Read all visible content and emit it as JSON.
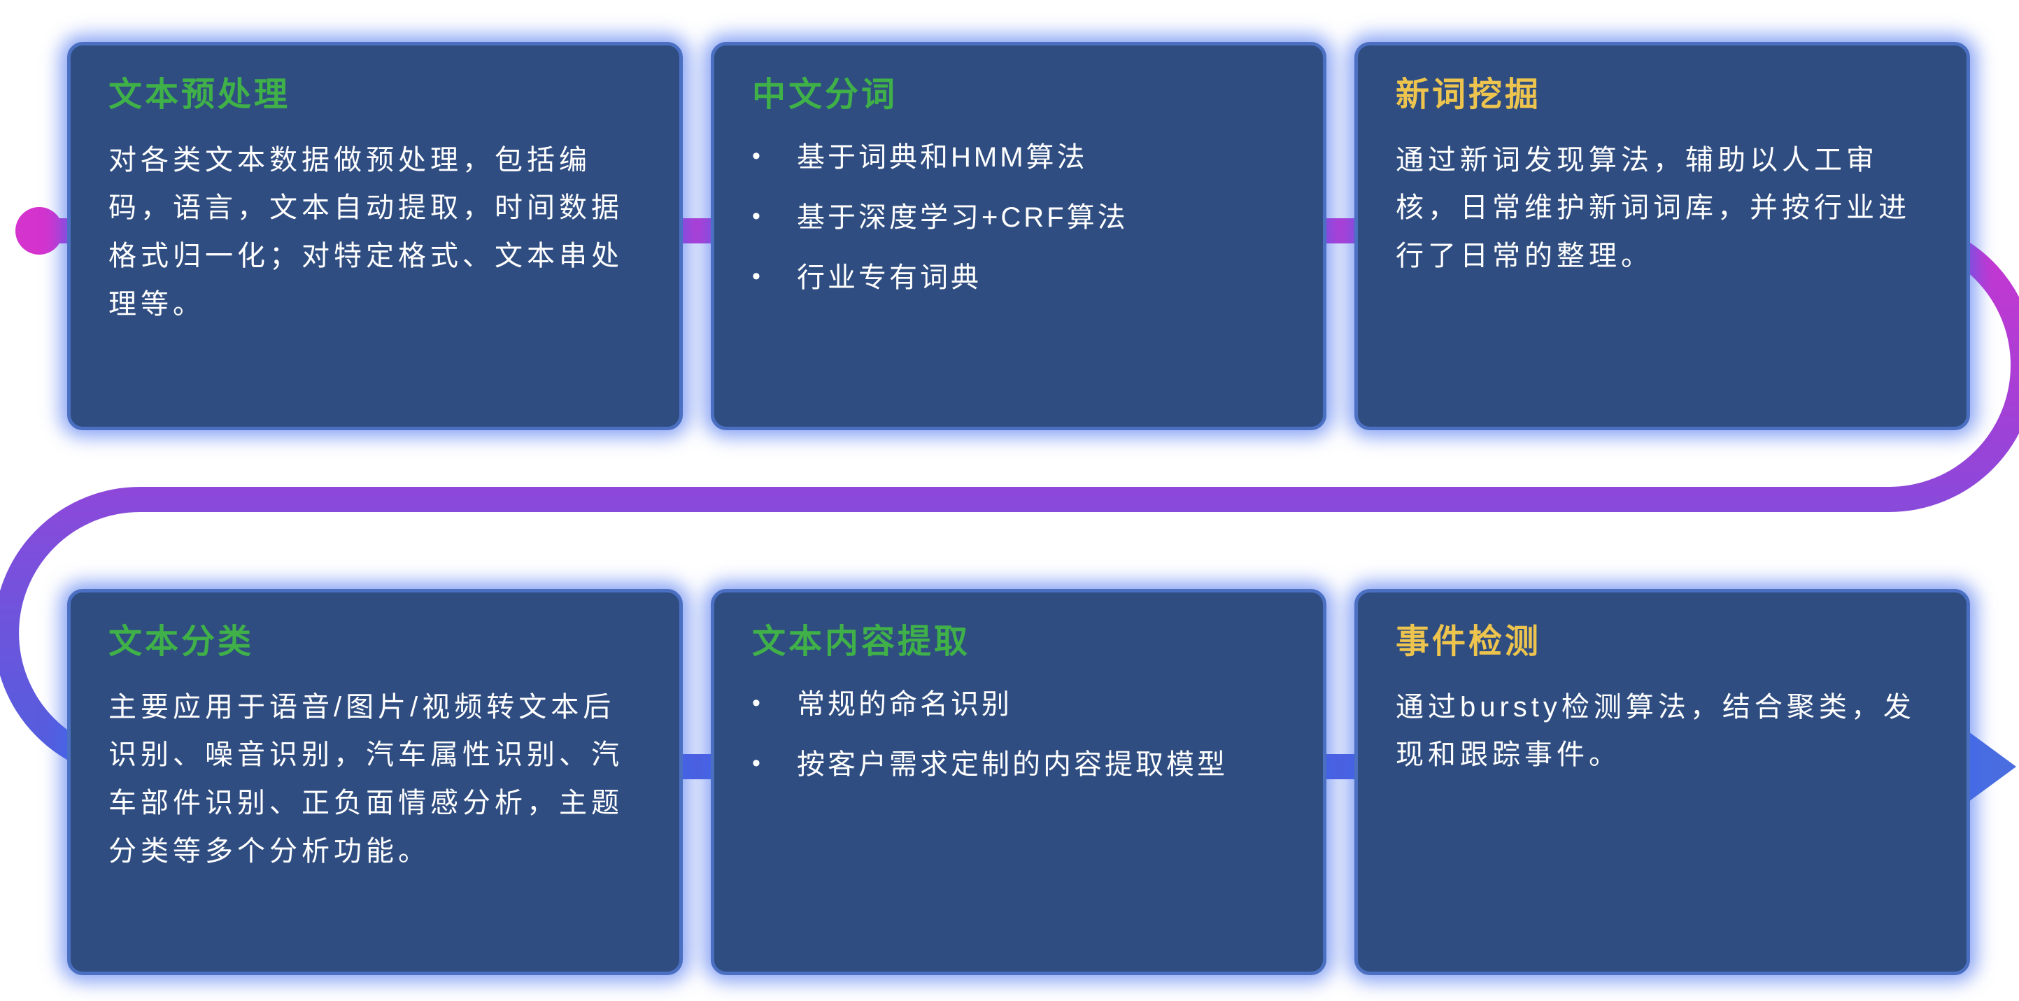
{
  "page": {
    "background": "#ffffff"
  },
  "flow": {
    "start_dot_color": "#d433ce",
    "arrow_color": "#4a6de0",
    "gradient": [
      "#d433ce",
      "#a53fd6",
      "#7b4fdc",
      "#4663de"
    ]
  },
  "cards": [
    {
      "id": "text-preprocessing",
      "title": "文本预处理",
      "title_color": "#3fb148",
      "description": "对各类文本数据做预处理，包括编码，语言，文本自动提取，时间数据格式归一化；对特定格式、文本串处理等。"
    },
    {
      "id": "chinese-word-segmentation",
      "title": "中文分词",
      "title_color": "#3fb148",
      "bullets": [
        "基于词典和HMM算法",
        "基于深度学习+CRF算法",
        "行业专有词典"
      ]
    },
    {
      "id": "new-word-mining",
      "title": "新词挖掘",
      "title_color": "#edc44e",
      "description": "通过新词发现算法，辅助以人工审核，日常维护新词词库，并按行业进行了日常的整理。"
    },
    {
      "id": "text-classification",
      "title": "文本分类",
      "title_color": "#3fb148",
      "description": "主要应用于语音/图片/视频转文本后识别、噪音识别，汽车属性识别、汽车部件识别、正负面情感分析，主题分类等多个分析功能。"
    },
    {
      "id": "text-content-extraction",
      "title": "文本内容提取",
      "title_color": "#3fb148",
      "bullets": [
        "常规的命名识别",
        "按客户需求定制的内容提取模型"
      ]
    },
    {
      "id": "event-detection",
      "title": "事件检测",
      "title_color": "#edc44e",
      "description": "通过bursty检测算法，结合聚类，发现和跟踪事件。"
    }
  ]
}
